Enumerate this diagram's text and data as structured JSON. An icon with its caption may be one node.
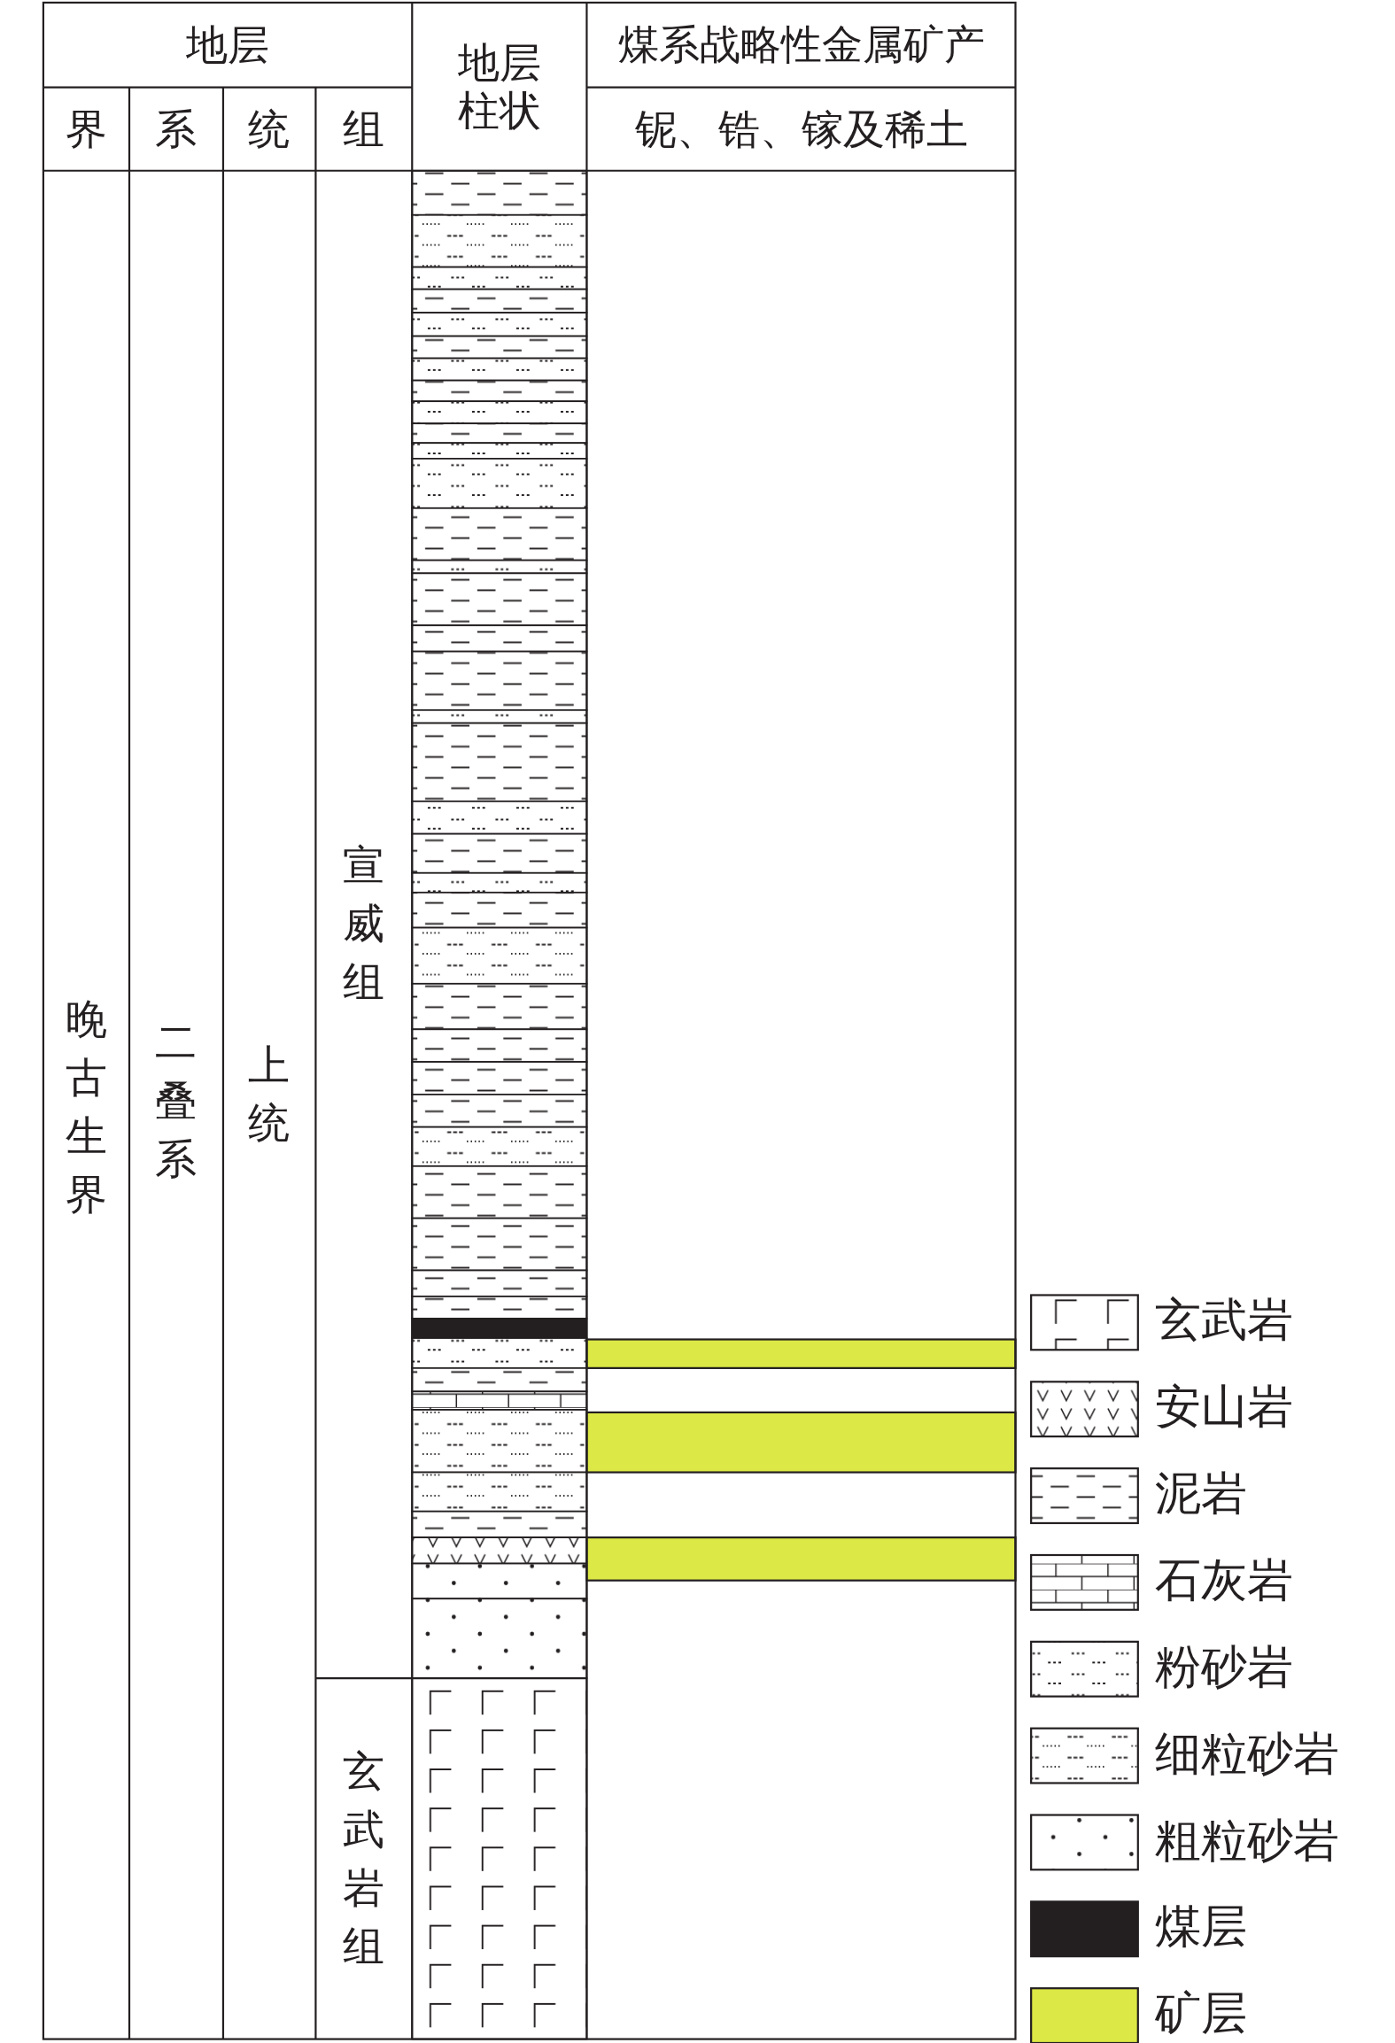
{
  "diagram": {
    "labels": [
      "地层",
      "地层柱状",
      "煤系战略性金属矿产",
      "界",
      "系",
      "统",
      "组",
      "铌、锆、镓及稀土",
      "晚古生界",
      "二叠系",
      "上统",
      "宣威组",
      "玄武岩组"
    ],
    "legend": [
      {
        "text": "玄武岩"
      },
      {
        "text": "安山岩"
      },
      {
        "text": "泥岩"
      },
      {
        "text": "石灰岩"
      },
      {
        "text": "粉砂岩"
      },
      {
        "text": "细粒砂岩"
      },
      {
        "text": "粗粒砂岩"
      },
      {
        "text": "煤层",
        "color": "#231f20"
      },
      {
        "text": "矿层",
        "color": "#dce845"
      }
    ]
  }
}
